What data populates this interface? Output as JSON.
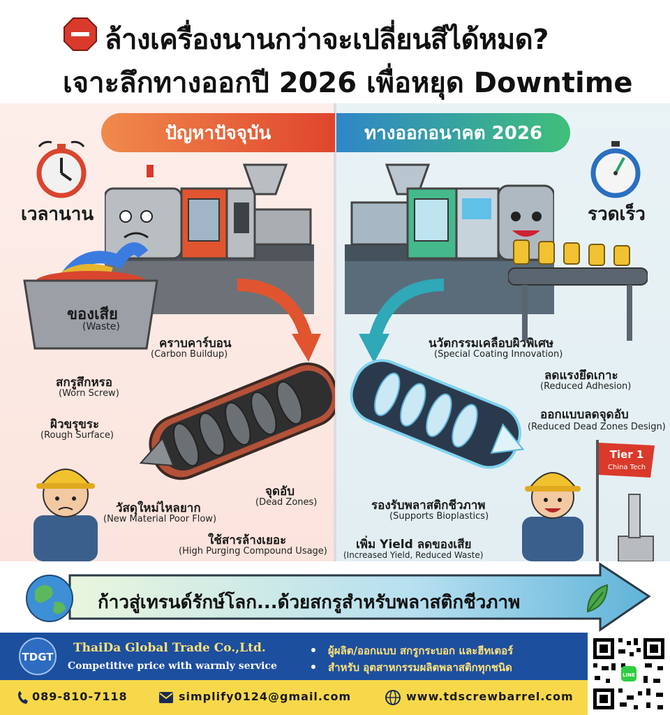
{
  "header": {
    "title_line1": "ล้างเครื่องนานกว่าจะเปลี่ยนสีได้หมด?",
    "title_line2": "เจาะลึกทางออกปี 2026 เพื่อหยุด Downtime"
  },
  "left_panel": {
    "heading": "ปัญหาปัจจุบัน",
    "time_label": "เวลานาน",
    "waste_th": "ของเสีย",
    "waste_en": "(Waste)",
    "labels": [
      {
        "th": "คราบคาร์บอน",
        "en": "(Carbon Buildup)"
      },
      {
        "th": "สกรูสึกหรอ",
        "en": "(Worn Screw)"
      },
      {
        "th": "ผิวขรุขระ",
        "en": "(Rough Surface)"
      },
      {
        "th": "จุดอับ",
        "en": "(Dead Zones)"
      },
      {
        "th": "วัสดุใหม่ไหลยาก",
        "en": "(New Material Poor Flow)"
      },
      {
        "th": "ใช้สารล้างเยอะ",
        "en": "(High Purging Compound Usage)"
      }
    ]
  },
  "right_panel": {
    "heading": "ทางออกอนาคต 2026",
    "time_label": "รวดเร็ว",
    "flag": [
      "Tier 1",
      "China Tech"
    ],
    "labels": [
      {
        "th": "นวัตกรรมเคลือบผิวพิเศษ",
        "en": "(Special Coating Innovation)"
      },
      {
        "th": "ลดแรงยึดเกาะ",
        "en": "(Reduced Adhesion)"
      },
      {
        "th": "ออกแบบลดจุดอับ",
        "en": "(Reduced Dead Zones Design)"
      },
      {
        "th": "รองรับพลาสติกชีวภาพ",
        "en": "(Supports Bioplastics)"
      },
      {
        "th": "เพิ่ม Yield ลดของเสีย",
        "en": "(Increased Yield, Reduced Waste)"
      }
    ]
  },
  "trend": {
    "text": "ก้าวสู่เทรนด์รักษ์โลก...ด้วยสกรูสำหรับพลาสติกชีวภาพ"
  },
  "company": {
    "logo": "TDGT",
    "name": "ThaiDa Global Trade Co.,Ltd.",
    "tagline": "Competitive price with warmly service",
    "line1": "ผู้ผลิต/ออกแบบ สกรูกระบอก และฮีทเตอร์",
    "line2": "สำหรับ อุตสาหกรรมผลิตพลาสติกทุกชนิด"
  },
  "contact": {
    "phone": "089-810-7118",
    "email": "simplify0124@gmail.com",
    "website": "www.tdscrewbarrel.com"
  },
  "colors": {
    "problem_gradient_start": "#f08a4b",
    "problem_gradient_end": "#e0452e",
    "solution_gradient_start": "#2f86c8",
    "solution_gradient_end": "#3fbf7a",
    "company_bar": "#1d4f9f",
    "contact_bar": "#f6d84a"
  },
  "icons": [
    "stop-sign-icon",
    "alarm-clock-icon",
    "stopwatch-icon",
    "globe-icon",
    "leaf-icon",
    "phone-icon",
    "email-icon",
    "web-globe-icon",
    "qr-code-icon"
  ]
}
